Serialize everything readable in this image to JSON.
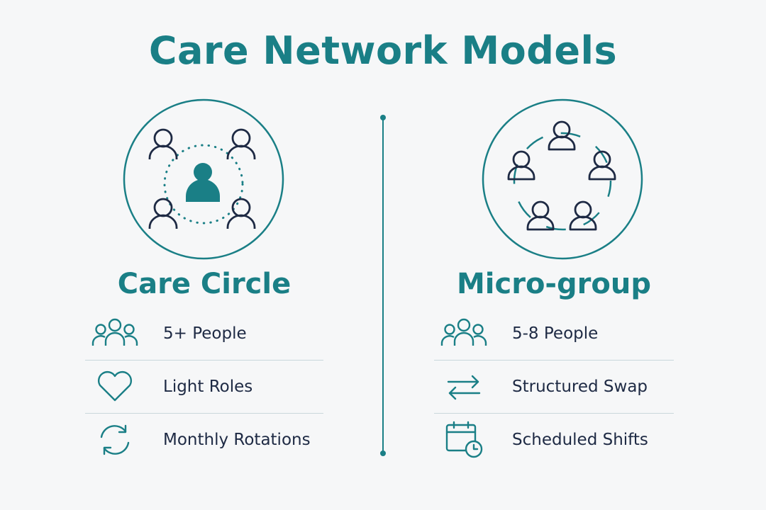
{
  "title": "Care Network Models",
  "colors": {
    "accent": "#1a7f86",
    "ink": "#1e2a44",
    "background": "#f6f7f8",
    "rule": "#c9d7db"
  },
  "models": [
    {
      "name": "Care Circle",
      "figure_icon": "care-circle-icon",
      "features": [
        {
          "icon": "people-group-icon",
          "label": "5+ People"
        },
        {
          "icon": "heart-icon",
          "label": "Light Roles"
        },
        {
          "icon": "rotation-icon",
          "label": "Monthly Rotations"
        }
      ]
    },
    {
      "name": "Micro-group",
      "figure_icon": "micro-group-icon",
      "features": [
        {
          "icon": "people-group-icon",
          "label": "5-8 People"
        },
        {
          "icon": "swap-arrows-icon",
          "label": "Structured Swap"
        },
        {
          "icon": "calendar-clock-icon",
          "label": "Scheduled Shifts"
        }
      ]
    }
  ]
}
